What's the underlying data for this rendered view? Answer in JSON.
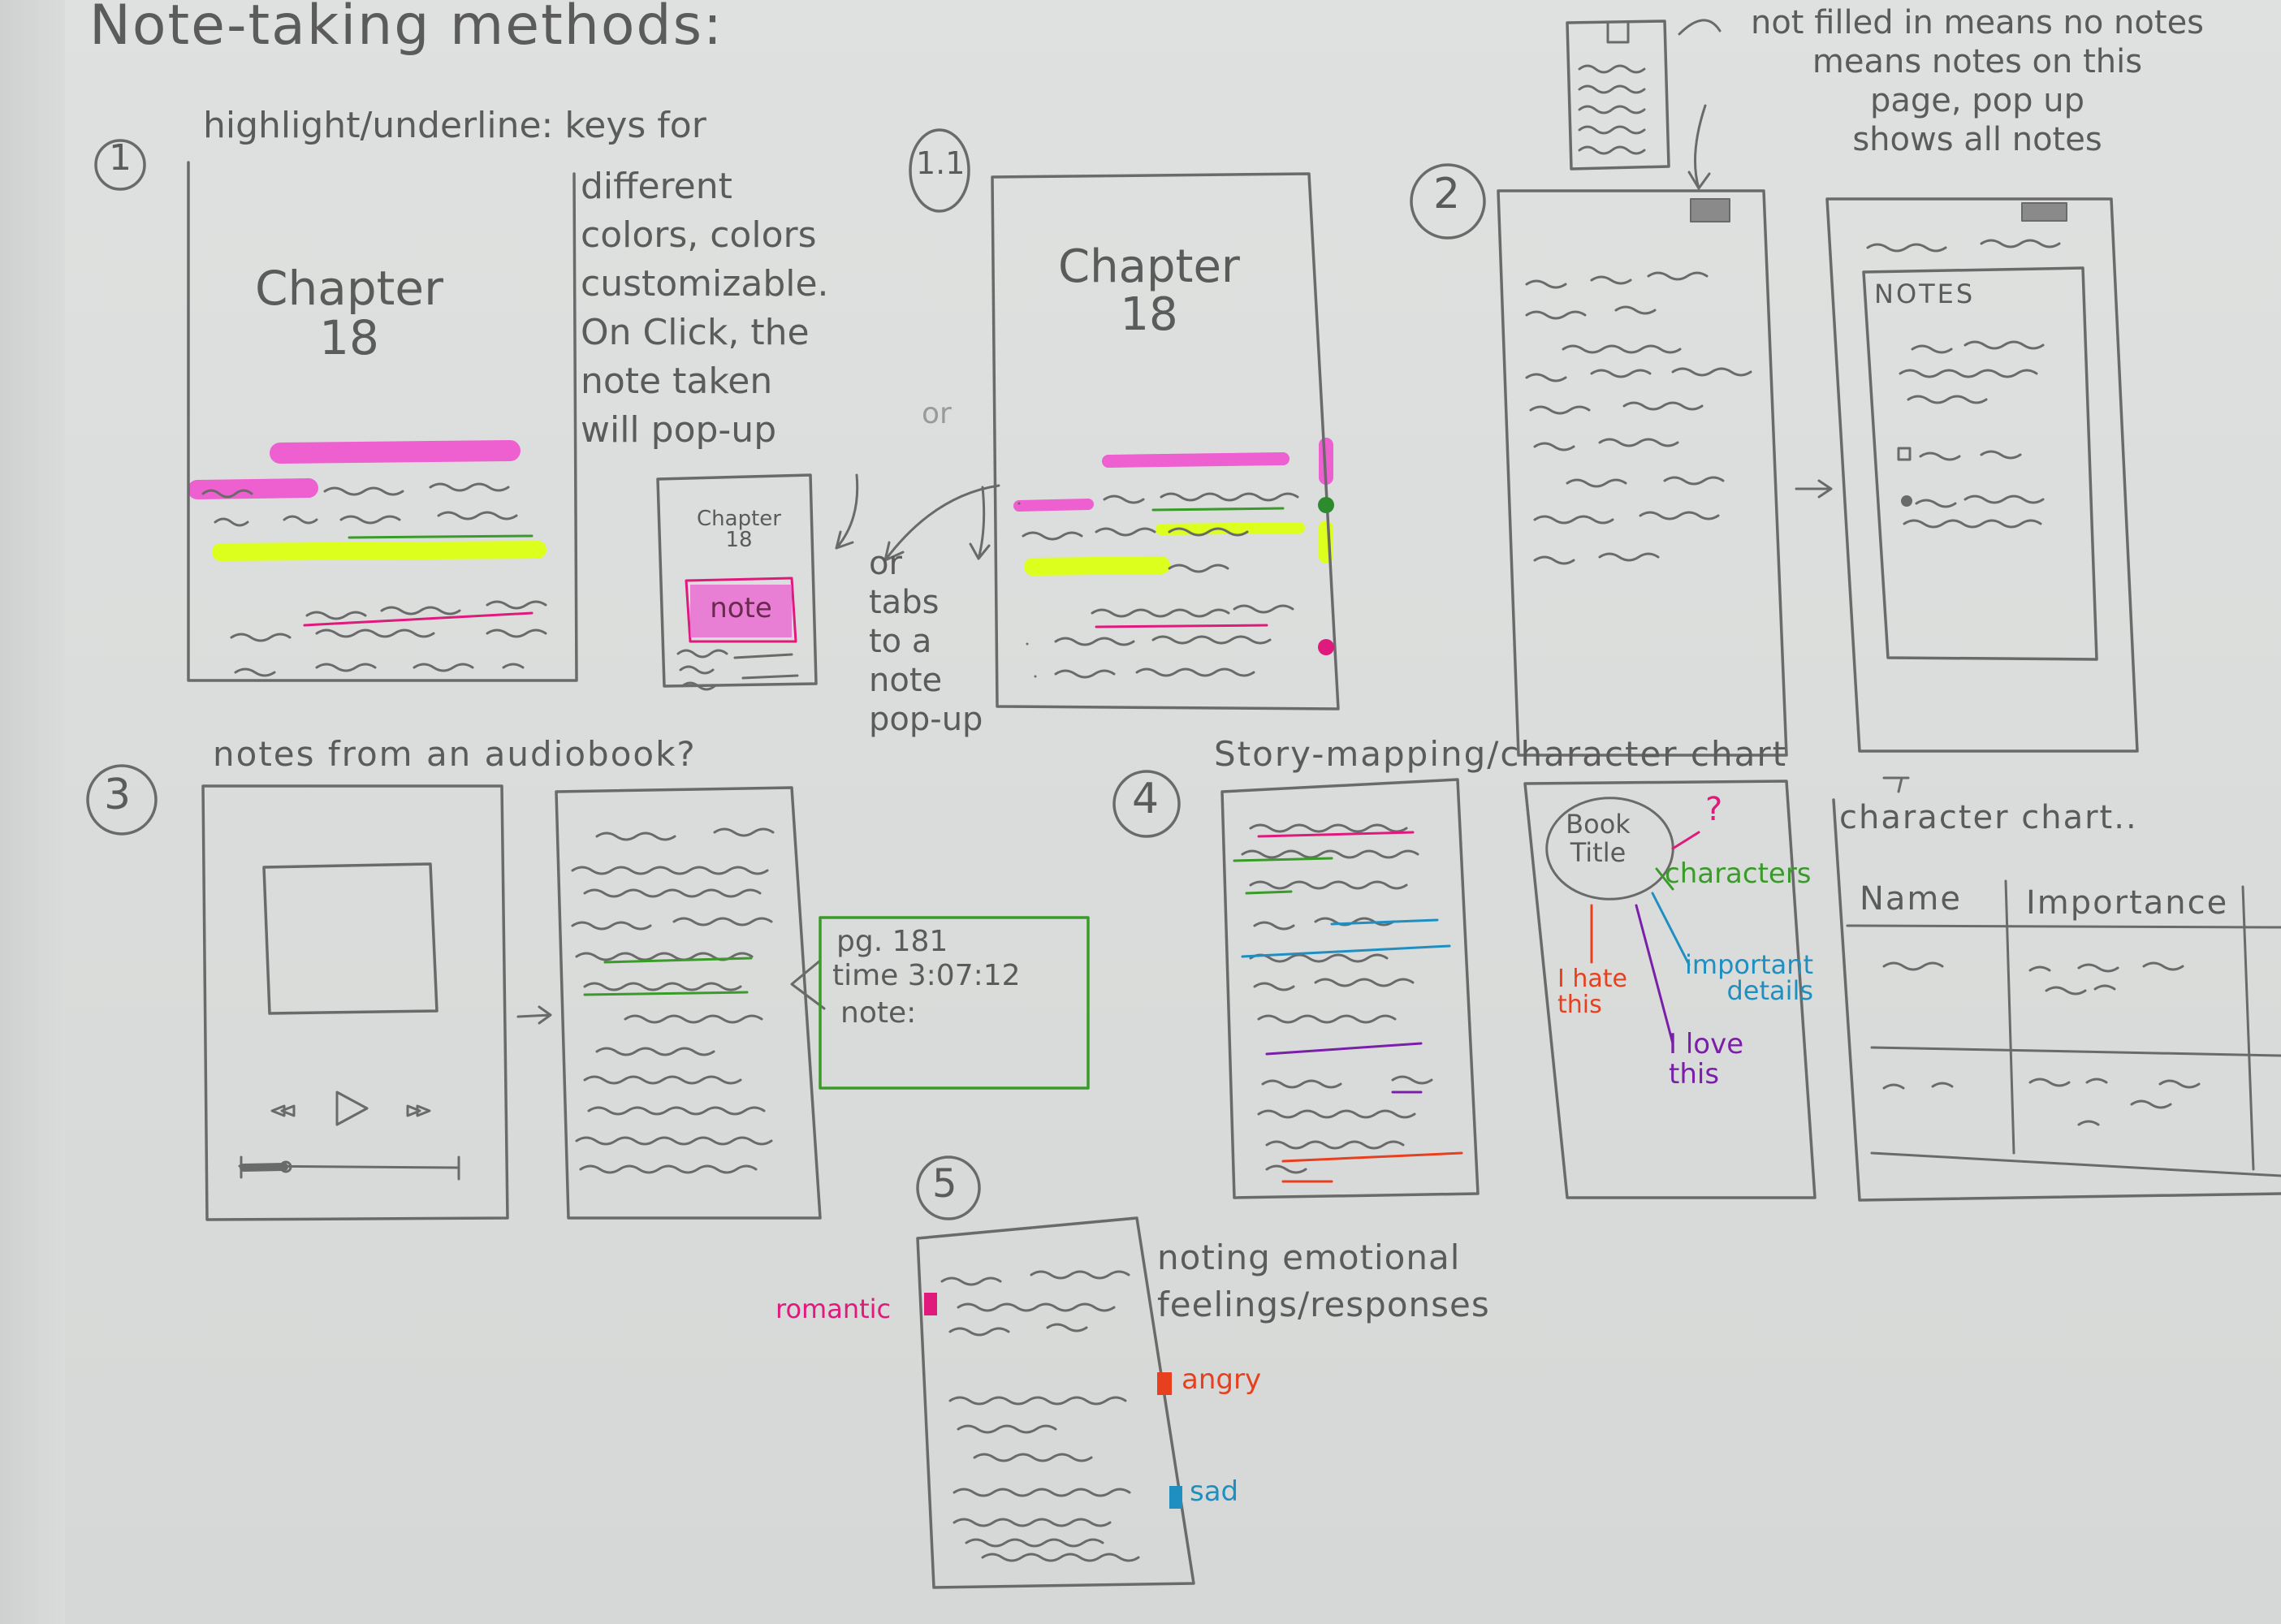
{
  "page_title": "Note-taking methods:",
  "method1": {
    "number": "1",
    "heading": "highlight/underline: keys for",
    "description": "different\ncolors, colors\ncustomizable.\nOn Click, the\nnote taken\nwill pop-up",
    "chapter_label": "Chapter\n18",
    "popup_chapter": "Chapter\n18",
    "popup_note": "note",
    "alt_note": "or\ntabs\nto a\nnote\npop-up",
    "or_label": "or"
  },
  "method1_1": {
    "number": "1.1",
    "chapter_label": "Chapter\n18"
  },
  "method2": {
    "number": "2",
    "annotation": "not filled in means no notes\nmeans notes on this\npage, pop up\nshows all notes",
    "notes_title": "NOTES"
  },
  "method3": {
    "number": "3",
    "heading": "notes from an audiobook?",
    "note_page": "pg. 181",
    "note_time": "time 3:07:12",
    "note_label": "note:"
  },
  "method4": {
    "number": "4",
    "heading": "Story-mapping/character chart",
    "map_center": "Book\nTitle",
    "map_question": "?",
    "map_characters": "characters",
    "map_hate": "I hate\nthis",
    "map_important": "important\ndetails",
    "map_love": "I love\nthis",
    "chart_title": "character chart..",
    "chart_col_name": "Name",
    "chart_col_importance": "Importance"
  },
  "method5": {
    "number": "5",
    "heading": "noting emotional\nfeelings/responses",
    "tag_romantic": "romantic",
    "tag_angry": "angry",
    "tag_sad": "sad"
  },
  "colors": {
    "pencil": "#5b5b5b",
    "highlight_pink": "#ee5fd0",
    "highlight_yellow": "#dcff1e",
    "green_ink": "#3a9a2a",
    "blue_ink": "#1f8fc2",
    "red_ink": "#e8401f",
    "purple_ink": "#7a1fa8",
    "magenta_ink": "#e0197d"
  }
}
